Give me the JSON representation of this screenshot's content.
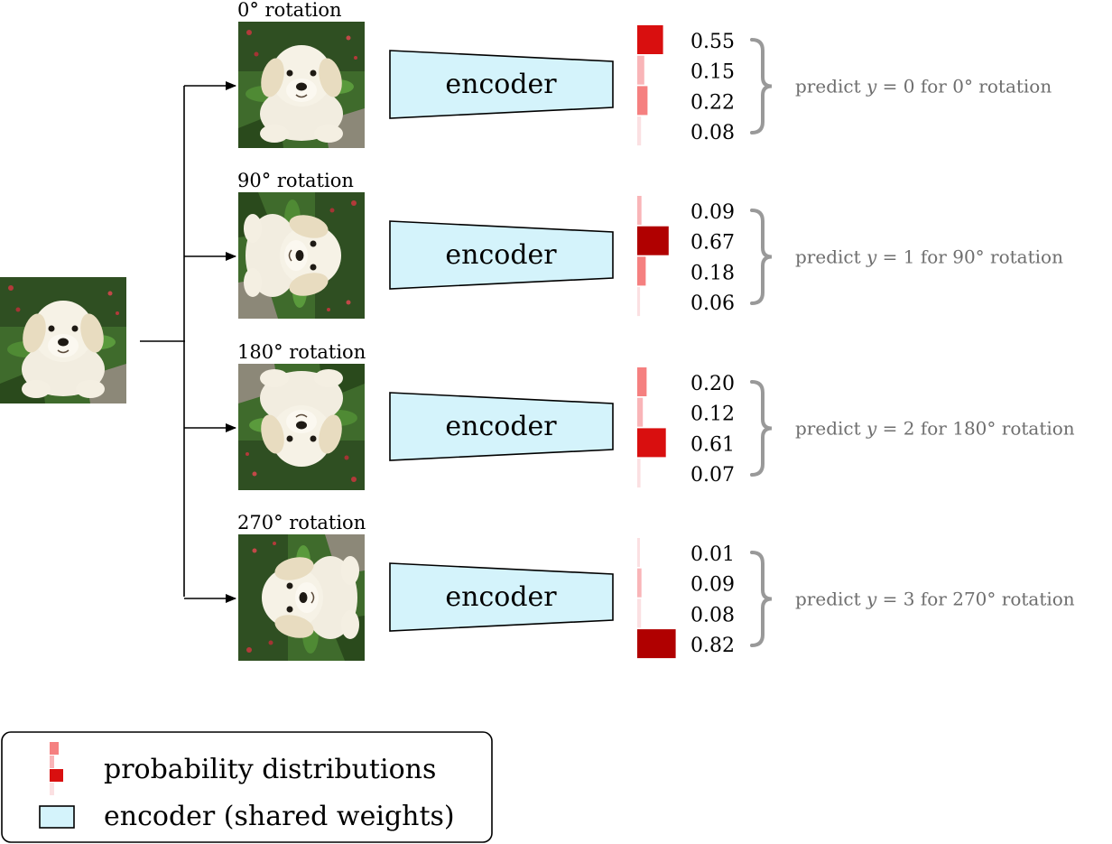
{
  "original_image": {
    "icon": "puppy-photo"
  },
  "encoder_label": "encoder",
  "branches": [
    {
      "rotation_label": "0° rotation",
      "angle": 0,
      "probs": [
        "0.55",
        "0.15",
        "0.22",
        "0.08"
      ],
      "prob_values": [
        0.55,
        0.15,
        0.22,
        0.08
      ],
      "prediction": "predict y = 0 for 0° rotation",
      "prediction_parts": {
        "prefix": "predict ",
        "var": "y",
        "eq": " = 0 for 0° rotation"
      }
    },
    {
      "rotation_label": "90° rotation",
      "angle": 90,
      "probs": [
        "0.09",
        "0.67",
        "0.18",
        "0.06"
      ],
      "prob_values": [
        0.09,
        0.67,
        0.18,
        0.06
      ],
      "prediction": "predict y = 1 for 90° rotation",
      "prediction_parts": {
        "prefix": "predict ",
        "var": "y",
        "eq": " = 1 for 90° rotation"
      }
    },
    {
      "rotation_label": "180° rotation",
      "angle": 180,
      "probs": [
        "0.20",
        "0.12",
        "0.61",
        "0.07"
      ],
      "prob_values": [
        0.2,
        0.12,
        0.61,
        0.07
      ],
      "prediction": "predict y = 2 for 180° rotation",
      "prediction_parts": {
        "prefix": "predict ",
        "var": "y",
        "eq": " = 2 for 180° rotation"
      }
    },
    {
      "rotation_label": "270° rotation",
      "angle": 270,
      "probs": [
        "0.01",
        "0.09",
        "0.08",
        "0.82"
      ],
      "prob_values": [
        0.01,
        0.09,
        0.08,
        0.82
      ],
      "prediction": "predict y = 3 for 270° rotation",
      "prediction_parts": {
        "prefix": "predict ",
        "var": "y",
        "eq": " = 3 for 270° rotation"
      }
    }
  ],
  "legend": {
    "prob_label": "probability distributions",
    "encoder_label": "encoder (shared weights)"
  },
  "colors": {
    "encoder_fill": "#d4f3fb",
    "bar_colors": [
      "#fbe0e2",
      "#f9b5b8",
      "#f58080",
      "#d90f0f",
      "#b00000"
    ],
    "brace": "#999999",
    "prediction_text": "#6e6e6e"
  }
}
